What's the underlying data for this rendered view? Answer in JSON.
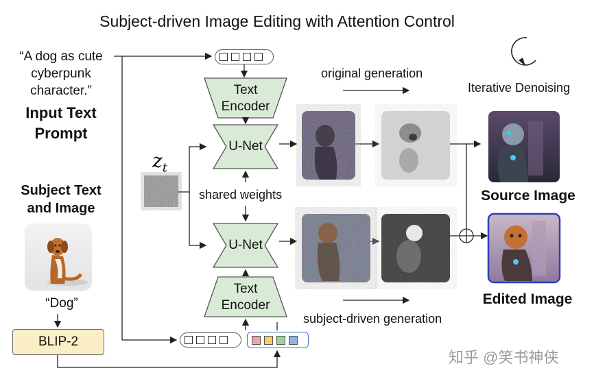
{
  "title": "Subject-driven Image Editing with Attention Control",
  "input_prompt": {
    "quote_line1": "“A dog as cute",
    "quote_line2": "cyberpunk",
    "quote_line3": "character.”",
    "label_line1": "Input Text",
    "label_line2": "Prompt"
  },
  "subject": {
    "label_line1": "Subject Text",
    "label_line2": "and Image",
    "text": "“Dog”"
  },
  "blip_label": "BLIP-2",
  "latent_label": "z",
  "latent_subscript": "t",
  "top_branch": {
    "encoder_line1": "Text",
    "encoder_line2": "Encoder",
    "unet": "U-Net",
    "generation_label": "original generation"
  },
  "bottom_branch": {
    "encoder_line1": "Text",
    "encoder_line2": "Encoder",
    "unet": "U-Net",
    "generation_label": "subject-driven generation"
  },
  "shared_weights": "shared weights",
  "iterative_denoising": "Iterative Denoising",
  "source_image_label": "Source Image",
  "edited_image_label": "Edited Image",
  "watermark": "知乎 @笑书神侠",
  "colors": {
    "block_fill": "#d9ead6",
    "blip_fill": "#fbefc8",
    "multimodal_token_border": "#3f6fc5",
    "edited_border": "#2f3fb8",
    "token_colors": [
      "#f0a3a3",
      "#f2d36a",
      "#9fd39a",
      "#8fb3e8"
    ]
  }
}
